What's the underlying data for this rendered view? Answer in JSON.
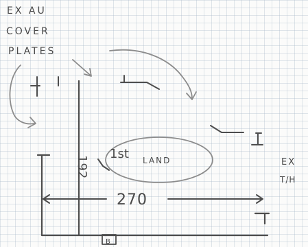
{
  "notes": {
    "header_line_1": "EX AU",
    "header_line_2": "COVER",
    "header_line_3": "PLATES",
    "bubble_line_1": "1st",
    "bubble_line_2": "LAND",
    "right_line_1": "EX",
    "right_line_2": "T/H",
    "footer_box_label": "B"
  },
  "dimensions": {
    "vertical": "192",
    "horizontal": "270"
  },
  "colors": {
    "paper": "#fbfbfa",
    "grid": "#c6d0d9",
    "pencil": "#4d4d4d",
    "arrow": "#8c8c8c"
  }
}
